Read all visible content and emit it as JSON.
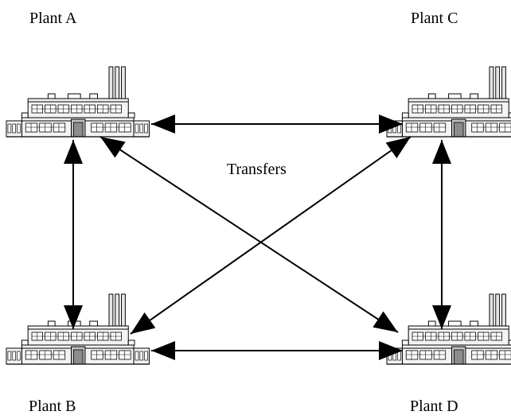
{
  "diagram": {
    "nodes": [
      {
        "id": "A",
        "label": "Plant A"
      },
      {
        "id": "B",
        "label": "Plant B"
      },
      {
        "id": "C",
        "label": "Plant C"
      },
      {
        "id": "D",
        "label": "Plant D"
      }
    ],
    "center_label": "Transfers",
    "edges": [
      {
        "from": "A",
        "to": "C",
        "bidirectional": true
      },
      {
        "from": "A",
        "to": "B",
        "bidirectional": true
      },
      {
        "from": "C",
        "to": "D",
        "bidirectional": true
      },
      {
        "from": "B",
        "to": "D",
        "bidirectional": true
      },
      {
        "from": "A",
        "to": "D",
        "bidirectional": true
      },
      {
        "from": "C",
        "to": "B",
        "bidirectional": true
      }
    ],
    "node_icon": "factory-icon"
  }
}
